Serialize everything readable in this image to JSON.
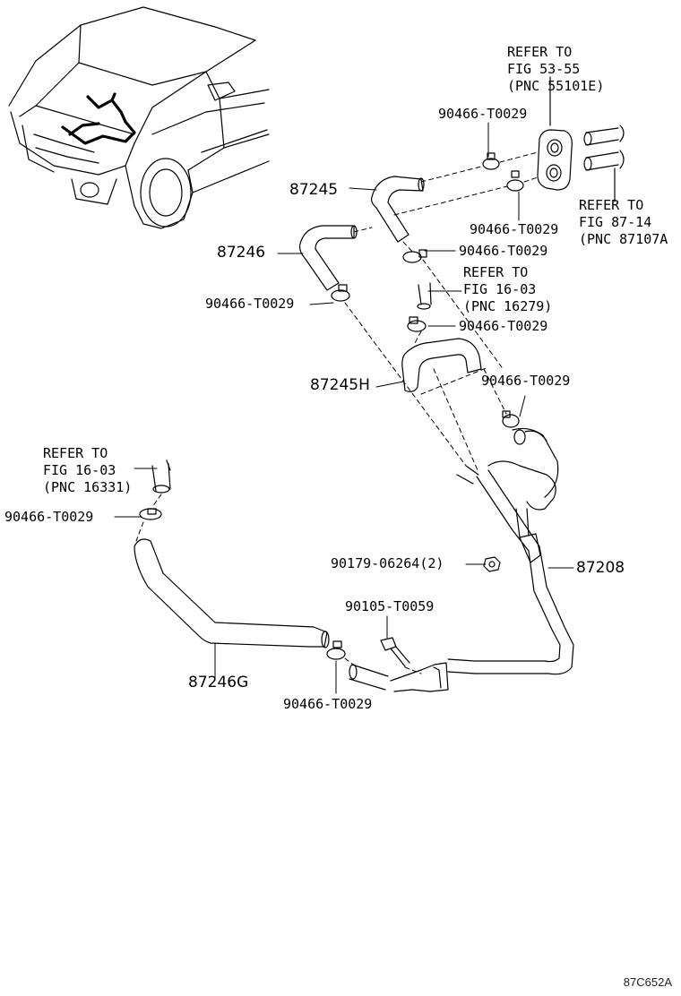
{
  "figure_code": "87C652A",
  "parts": {
    "p87245": "87245",
    "p87246": "87246",
    "p87245h": "87245H",
    "p87208": "87208",
    "p87246g": "87246G"
  },
  "clamps": {
    "c1": "90466-T0029",
    "c2": "90466-T0029",
    "c3": "90466-T0029",
    "c4": "90466-T0029",
    "c5": "90466-T0029",
    "c6": "90466-T0029",
    "c7": "90466-T0029",
    "c8": "90466-T0029"
  },
  "fasteners": {
    "nut": "90179-06264(2)",
    "bolt": "90105-T0059"
  },
  "references": {
    "r1": {
      "line1": "REFER TO",
      "line2": "FIG 53-55",
      "line3": "(PNC 55101E)"
    },
    "r2": {
      "line1": "REFER TO",
      "line2": "FIG 87-14",
      "line3": "(PNC 87107A"
    },
    "r3": {
      "line1": "REFER TO",
      "line2": "FIG 16-03",
      "line3": "(PNC 16279)"
    },
    "r4": {
      "line1": "REFER TO",
      "line2": "FIG 16-03",
      "line3": "(PNC 16331)"
    }
  }
}
